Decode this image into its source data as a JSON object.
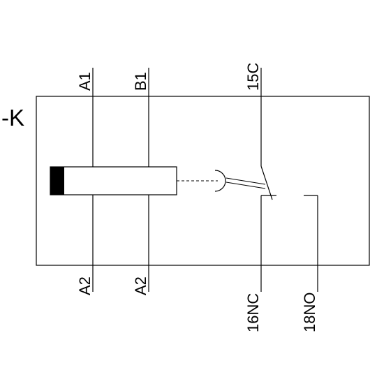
{
  "device_tag": "-K",
  "terminals": {
    "top": {
      "a1": "A1",
      "b1": "B1",
      "c15": "15C"
    },
    "bottom": {
      "a2_left": "A2",
      "a2_right": "A2",
      "nc16": "16NC",
      "no18": "18NO"
    }
  },
  "colors": {
    "line": "#000000",
    "background": "#ffffff"
  }
}
